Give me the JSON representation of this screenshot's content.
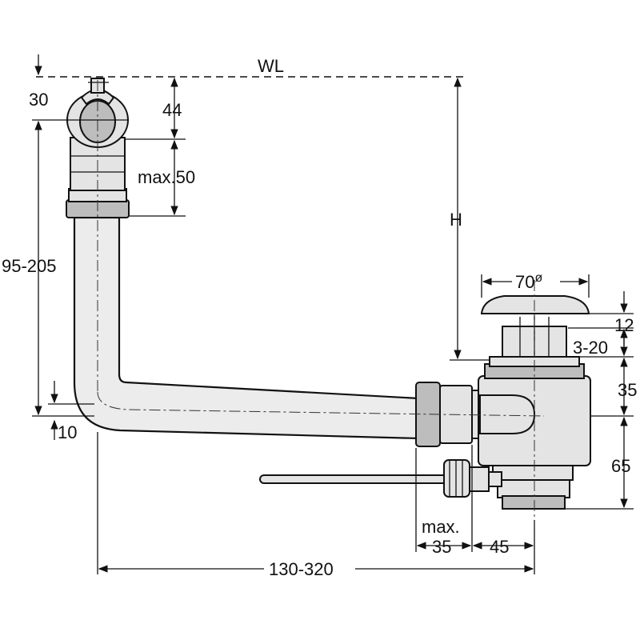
{
  "labels": {
    "water_level": "WL",
    "overflow_offset": "30",
    "overflow_top": "44",
    "overflow_max": "max.50",
    "height_range": "95-205",
    "height_h": "H",
    "small_offset": "10",
    "diameter": "70",
    "diameter_symbol": "ø",
    "plug_height": "12",
    "plug_gap": "3-20",
    "body_upper": "35",
    "body_lower": "65",
    "max_label": "max.",
    "dist_35": "35",
    "dist_45": "45",
    "length_range": "130-320"
  }
}
